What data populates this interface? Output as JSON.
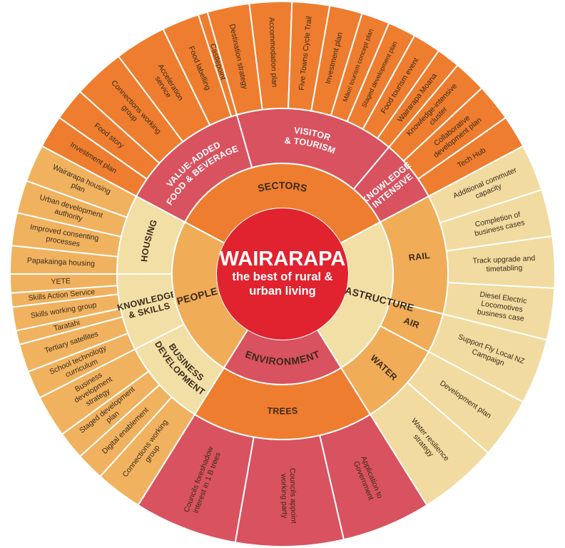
{
  "center": {
    "title": "WAIRARAPA",
    "subtitle_line1": "the best of rural &",
    "subtitle_line2": "urban living"
  },
  "colors": {
    "center": "#e0232f",
    "orange": "#ee7d2f",
    "red": "#d9525f",
    "light": "#f2dfa6",
    "medium": "#f0ac57",
    "outer_orange": "#ee7d2f",
    "outer_light": "#f2dba0",
    "outer_medium": "#f0b25f",
    "outer_red": "#d9525f"
  },
  "level1": [
    {
      "id": "sectors",
      "label": "SECTORS",
      "start": -62,
      "end": 62,
      "color": "orange"
    },
    {
      "id": "infrastructure",
      "label": "INFRASTRUCTURE",
      "start": 62,
      "end": 148,
      "color": "light"
    },
    {
      "id": "environment",
      "label": "ENVIRONMENT",
      "start": 148,
      "end": 212,
      "color": "red"
    },
    {
      "id": "people",
      "label": "PEOPLE",
      "start": 212,
      "end": 298,
      "color": "medium"
    }
  ],
  "level2": [
    {
      "id": "value-added",
      "lines": [
        "VALUE-ADDED",
        "FOOD & BEVERAGE"
      ],
      "start": -62,
      "end": -16,
      "color": "red",
      "white": true
    },
    {
      "id": "visitor-tourism",
      "lines": [
        "VISITOR",
        "& TOURISM"
      ],
      "start": -16,
      "end": 40,
      "color": "red",
      "white": true
    },
    {
      "id": "knowledge-intensive",
      "lines": [
        "KNOWLEDGE",
        "INTENSIVE"
      ],
      "start": 40,
      "end": 62,
      "color": "red",
      "white": true
    },
    {
      "id": "rail",
      "lines": [
        "RAIL"
      ],
      "start": 62,
      "end": 104,
      "color": "medium"
    },
    {
      "id": "air",
      "lines": [
        "AIR"
      ],
      "start": 104,
      "end": 118,
      "color": "medium"
    },
    {
      "id": "water",
      "lines": [
        "WATER"
      ],
      "start": 118,
      "end": 148,
      "color": "medium"
    },
    {
      "id": "trees",
      "lines": [
        "TREES"
      ],
      "start": 148,
      "end": 212,
      "color": "orange"
    },
    {
      "id": "business-development",
      "lines": [
        "BUSINESS",
        "DEVELOPMENT"
      ],
      "start": 212,
      "end": 243,
      "color": "light"
    },
    {
      "id": "knowledge-skills",
      "lines": [
        "KNOWLEDGE",
        "& SKILLS"
      ],
      "start": 243,
      "end": 270,
      "color": "light"
    },
    {
      "id": "housing",
      "lines": [
        "HOUSING"
      ],
      "start": 270,
      "end": 298,
      "color": "light"
    }
  ],
  "level3": [
    {
      "lines": [
        "Investment plan"
      ],
      "color": "outer_orange"
    },
    {
      "lines": [
        "Food story"
      ],
      "color": "outer_orange"
    },
    {
      "lines": [
        "Connections working",
        "group"
      ],
      "color": "outer_orange"
    },
    {
      "lines": [
        "Acceleration",
        "service"
      ],
      "color": "outer_orange"
    },
    {
      "lines": [
        "Food labelling"
      ],
      "color": "outer_orange"
    },
    {
      "lines": [
        "Castlepoint"
      ],
      "color": "outer_orange"
    },
    {
      "lines": [
        "Destination strategy"
      ],
      "color": "outer_orange"
    },
    {
      "lines": [
        "Accommodation plan"
      ],
      "color": "outer_orange"
    },
    {
      "lines": [
        "Five Towns Cycle Trail"
      ],
      "color": "outer_orange"
    },
    {
      "lines": [
        "Investment plan"
      ],
      "color": "outer_orange"
    },
    {
      "lines": [
        "Māori tourism concept plan"
      ],
      "color": "outer_orange",
      "small": true
    },
    {
      "lines": [
        "Staged development plan"
      ],
      "color": "outer_orange",
      "small": true
    },
    {
      "lines": [
        "Food tourism event"
      ],
      "color": "outer_orange"
    },
    {
      "lines": [
        "Wairarapa Moana"
      ],
      "color": "outer_orange"
    },
    {
      "lines": [
        "Knowledge-intensive",
        "cluster"
      ],
      "color": "outer_orange"
    },
    {
      "lines": [
        "Collaborative",
        "development plan"
      ],
      "color": "outer_orange"
    },
    {
      "lines": [
        "Tech Hub"
      ],
      "color": "outer_orange"
    },
    {
      "lines": [
        "Additional commuter",
        "capacity"
      ],
      "color": "outer_light"
    },
    {
      "lines": [
        "Completion of",
        "business cases"
      ],
      "color": "outer_light"
    },
    {
      "lines": [
        "Track upgrade and",
        "timetabling"
      ],
      "color": "outer_light"
    },
    {
      "lines": [
        "Diesel Electric",
        "Locomotives",
        "business case"
      ],
      "color": "outer_light"
    },
    {
      "lines": [
        "Support Fly Local NZ",
        "Campaign"
      ],
      "color": "outer_light"
    },
    {
      "lines": [
        "Development plan"
      ],
      "color": "outer_light"
    },
    {
      "lines": [
        "Water resilience",
        "strategy"
      ],
      "color": "outer_light"
    },
    {
      "lines": [
        "Application to",
        "Government"
      ],
      "color": "outer_red"
    },
    {
      "lines": [
        "Councils appoint",
        "working party"
      ],
      "color": "outer_red"
    },
    {
      "lines": [
        "Councils foreshadow",
        "interest in 1 B trees"
      ],
      "color": "outer_red"
    },
    {
      "lines": [
        "Connections working",
        "group"
      ],
      "color": "outer_medium"
    },
    {
      "lines": [
        "Digital enablement"
      ],
      "color": "outer_medium"
    },
    {
      "lines": [
        "Staged development",
        "plan"
      ],
      "color": "outer_medium"
    },
    {
      "lines": [
        "Business",
        "development",
        "strategy"
      ],
      "color": "outer_medium"
    },
    {
      "lines": [
        "School technology",
        "curriculum"
      ],
      "color": "outer_medium"
    },
    {
      "lines": [
        "Tertiary satellites"
      ],
      "color": "outer_medium"
    },
    {
      "lines": [
        "Taratahi"
      ],
      "color": "outer_medium"
    },
    {
      "lines": [
        "Skills working group"
      ],
      "color": "outer_medium"
    },
    {
      "lines": [
        "Skills Action Service"
      ],
      "color": "outer_medium"
    },
    {
      "lines": [
        "YETE"
      ],
      "color": "outer_medium"
    },
    {
      "lines": [
        "Papakainga housing"
      ],
      "color": "outer_medium"
    },
    {
      "lines": [
        "Improved consenting",
        "processes"
      ],
      "color": "outer_medium"
    },
    {
      "lines": [
        "Urban development",
        "authority"
      ],
      "color": "outer_medium"
    },
    {
      "lines": [
        "Wairarapa housing",
        "plan"
      ],
      "color": "outer_medium"
    }
  ],
  "level3_spans": [
    [
      -62,
      -55
    ],
    [
      -55,
      -48
    ],
    [
      -48,
      -37
    ],
    [
      -37,
      -26
    ],
    [
      -26,
      -18
    ],
    [
      -18,
      -16
    ],
    [
      -16,
      -7
    ],
    [
      -7,
      2
    ],
    [
      2,
      10
    ],
    [
      10,
      17
    ],
    [
      17,
      23
    ],
    [
      23,
      29
    ],
    [
      29,
      35
    ],
    [
      35,
      40
    ],
    [
      40,
      47
    ],
    [
      47,
      55
    ],
    [
      55,
      62
    ],
    [
      62,
      72
    ],
    [
      72,
      82
    ],
    [
      82,
      93
    ],
    [
      93,
      104
    ],
    [
      104,
      118
    ],
    [
      118,
      131
    ],
    [
      131,
      148
    ],
    [
      148,
      167
    ],
    [
      167,
      190
    ],
    [
      190,
      212
    ],
    [
      212,
      222
    ],
    [
      222,
      228
    ],
    [
      228,
      234
    ],
    [
      234,
      243
    ],
    [
      243,
      249
    ],
    [
      249,
      255
    ],
    [
      255,
      258
    ],
    [
      258,
      263
    ],
    [
      263,
      266
    ],
    [
      266,
      270
    ],
    [
      270,
      276
    ],
    [
      276,
      283
    ],
    [
      283,
      290
    ],
    [
      290,
      298
    ]
  ]
}
